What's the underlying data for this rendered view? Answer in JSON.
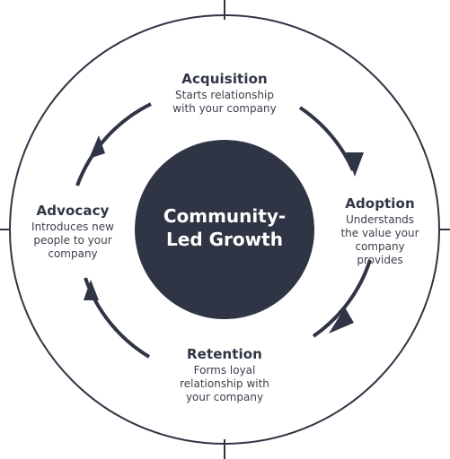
{
  "center": {
    "line1": "Community-",
    "line2": "Led Growth"
  },
  "stages": [
    {
      "id": "acquisition",
      "name": "Acquisition",
      "desc": [
        "Starts relationship",
        "with your company"
      ]
    },
    {
      "id": "adoption",
      "name": "Adoption",
      "desc": [
        "Understands",
        "the value your",
        "company",
        "provides"
      ]
    },
    {
      "id": "retention",
      "name": "Retention",
      "desc": [
        "Forms loyal",
        "relationship with",
        "your company"
      ]
    },
    {
      "id": "advocacy",
      "name": "Advocacy",
      "desc": [
        "Introduces new",
        "people to your",
        "company"
      ]
    }
  ],
  "colors": {
    "dark": "#2f3544",
    "center_fill": "#2f3544",
    "background": "#ffffff"
  }
}
